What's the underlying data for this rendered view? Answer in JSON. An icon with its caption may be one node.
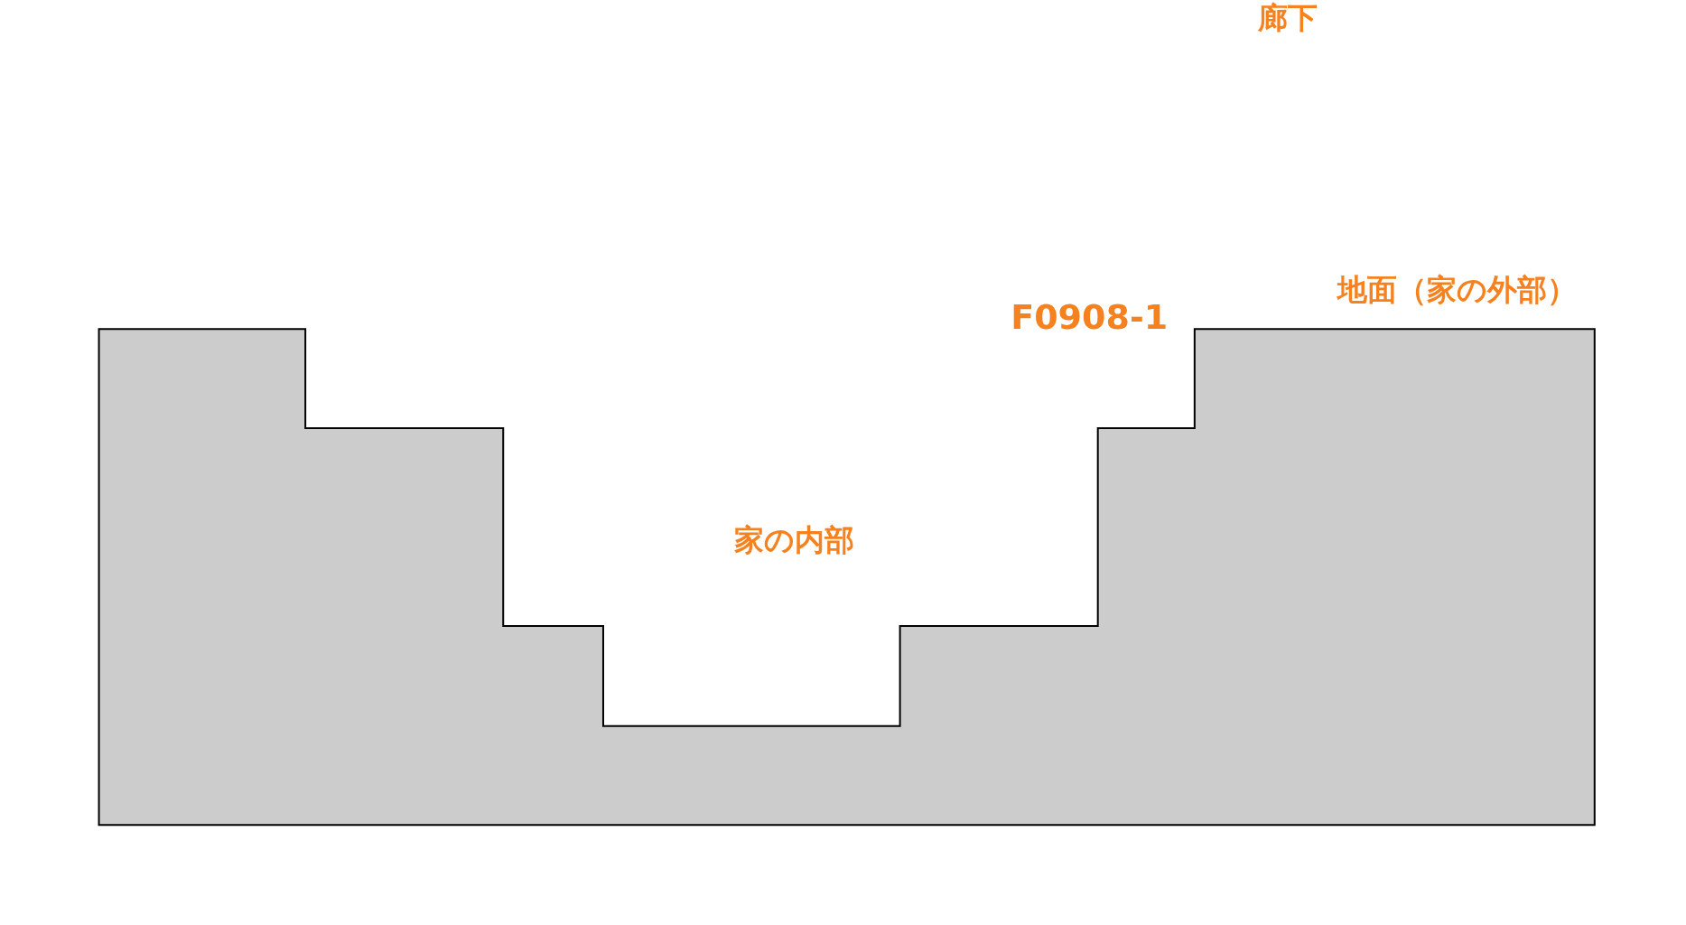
{
  "diagram": {
    "labels": [
      "廊下",
      "地面（家の外部）",
      "F0908-1",
      "家の内部"
    ]
  }
}
